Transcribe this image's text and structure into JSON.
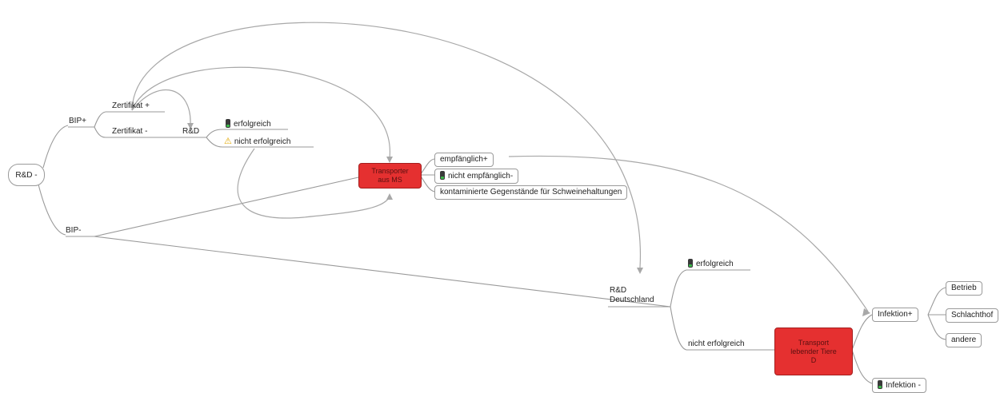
{
  "nodes": {
    "root": "R&D -",
    "bip_plus": "BIP+",
    "bip_minus": "BIP-",
    "zertifikat_plus": "Zertifikat +",
    "zertifikat_minus": "Zertifikat -",
    "rd_small": "R&D",
    "erfolgreich_1": "erfolgreich",
    "nicht_erfolgreich_1": "nicht erfolgreich",
    "transporter_ms": "Transporter aus MS",
    "empfaenglich_plus": "empfänglich+",
    "nicht_empfaenglich": "nicht empfänglich-",
    "kontaminierte": "kontaminierte Gegenstände für Schweinehaltungen",
    "rd_deutschland": "R&D Deutschland",
    "erfolgreich_2": "erfolgreich",
    "nicht_erfolgreich_2": "nicht erfolgreich",
    "transport_lebender": "Transport lebender Tiere D",
    "infektion_plus": "Infektion+",
    "infektion_minus": "Infektion -",
    "betrieb": "Betrieb",
    "schlachthof": "Schlachthof",
    "andere": "andere"
  },
  "icons": {
    "traffic_light": "traffic-light-icon",
    "warning": "warning-icon"
  },
  "colors": {
    "highlight_node": "#e53030",
    "lines": "#9a9a9a"
  }
}
